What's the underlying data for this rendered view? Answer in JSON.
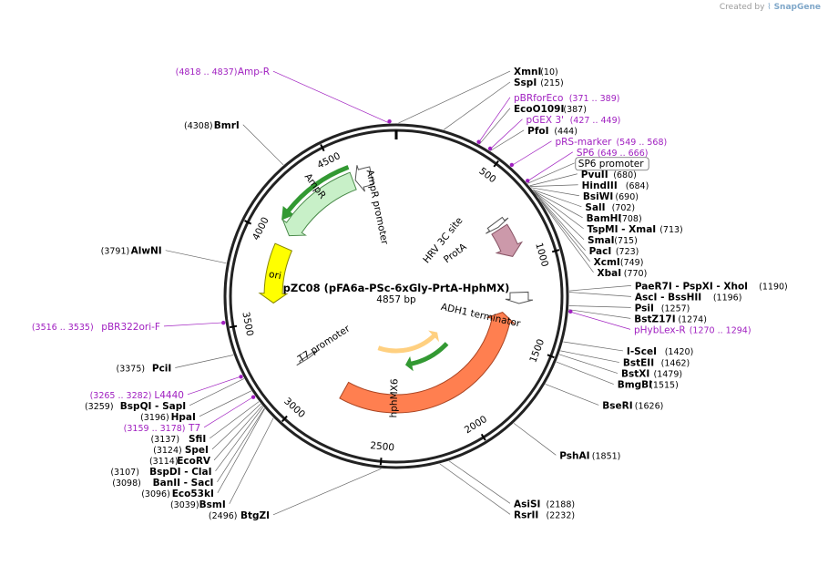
{
  "credit": {
    "prefix": "Created by",
    "brand": "SnapGene"
  },
  "plasmid": {
    "name": "pZC08 (pFA6a-PSc-6xGly-PrtA-HphMX)",
    "size_label": "4857 bp",
    "length": 4857
  },
  "ticks": [
    {
      "pos": 500,
      "label": "500"
    },
    {
      "pos": 1000,
      "label": "1000"
    },
    {
      "pos": 1500,
      "label": "1500"
    },
    {
      "pos": 2000,
      "label": "2000"
    },
    {
      "pos": 2500,
      "label": "2500"
    },
    {
      "pos": 3000,
      "label": "3000"
    },
    {
      "pos": 3500,
      "label": "3500"
    },
    {
      "pos": 4000,
      "label": "4000"
    },
    {
      "pos": 4500,
      "label": "4500"
    }
  ],
  "sites": [
    {
      "name": "XmnI",
      "pos": "(10)",
      "p": 10,
      "side": "R"
    },
    {
      "name": "SspI",
      "pos": "(215)",
      "p": 215,
      "side": "R"
    },
    {
      "name": "EcoO109I",
      "pos": "(387)",
      "p": 387,
      "side": "R"
    },
    {
      "name": "PfoI",
      "pos": "(444)",
      "p": 444,
      "side": "R"
    },
    {
      "name": "PvuII",
      "pos": "(680)",
      "p": 680,
      "side": "R"
    },
    {
      "name": "HindIII",
      "pos": "(684)",
      "p": 684,
      "side": "R"
    },
    {
      "name": "BsiWI",
      "pos": "(690)",
      "p": 690,
      "side": "R"
    },
    {
      "name": "SalI",
      "pos": "(702)",
      "p": 702,
      "side": "R"
    },
    {
      "name": "BamHI",
      "pos": "(708)",
      "p": 708,
      "side": "R"
    },
    {
      "name": "TspMI - XmaI",
      "pos": "(713)",
      "p": 713,
      "side": "R"
    },
    {
      "name": "SmaI",
      "pos": "(715)",
      "p": 715,
      "side": "R"
    },
    {
      "name": "PacI",
      "pos": "(723)",
      "p": 723,
      "side": "R"
    },
    {
      "name": "XcmI",
      "pos": "(749)",
      "p": 749,
      "side": "R"
    },
    {
      "name": "XbaI",
      "pos": "(770)",
      "p": 770,
      "side": "R"
    },
    {
      "name": "PaeR7I - PspXI - XhoI",
      "pos": "(1190)",
      "p": 1190,
      "side": "R"
    },
    {
      "name": "AscI - BssHII",
      "pos": "(1196)",
      "p": 1196,
      "side": "R"
    },
    {
      "name": "PsiI",
      "pos": "(1257)",
      "p": 1257,
      "side": "R"
    },
    {
      "name": "BstZ17I",
      "pos": "(1274)",
      "p": 1274,
      "side": "R"
    },
    {
      "name": "I-SceI",
      "pos": "(1420)",
      "p": 1420,
      "side": "R"
    },
    {
      "name": "BstEII",
      "pos": "(1462)",
      "p": 1462,
      "side": "R"
    },
    {
      "name": "BstXI",
      "pos": "(1479)",
      "p": 1479,
      "side": "R"
    },
    {
      "name": "BmgBI",
      "pos": "(1515)",
      "p": 1515,
      "side": "R"
    },
    {
      "name": "BseRI",
      "pos": "(1626)",
      "p": 1626,
      "side": "R"
    },
    {
      "name": "PshAI",
      "pos": "(1851)",
      "p": 1851,
      "side": "R"
    },
    {
      "name": "AsiSI",
      "pos": "(2188)",
      "p": 2188,
      "side": "R"
    },
    {
      "name": "RsrII",
      "pos": "(2232)",
      "p": 2232,
      "side": "R"
    },
    {
      "name": "BtgZI",
      "pos": "(2496)",
      "p": 2496,
      "side": "L"
    },
    {
      "name": "BsmI",
      "pos": "(3039)",
      "p": 3039,
      "side": "L"
    },
    {
      "name": "Eco53kI",
      "pos": "(3096)",
      "p": 3096,
      "side": "L"
    },
    {
      "name": "BanII - SacI",
      "pos": "(3098)",
      "p": 3098,
      "side": "L"
    },
    {
      "name": "BspDI - ClaI",
      "pos": "(3107)",
      "p": 3107,
      "side": "L"
    },
    {
      "name": "EcoRV",
      "pos": "(3114)",
      "p": 3114,
      "side": "L"
    },
    {
      "name": "SpeI",
      "pos": "(3124)",
      "p": 3124,
      "side": "L"
    },
    {
      "name": "SfiI",
      "pos": "(3137)",
      "p": 3137,
      "side": "L"
    },
    {
      "name": "HpaI",
      "pos": "(3196)",
      "p": 3196,
      "side": "L"
    },
    {
      "name": "BspQI - SapI",
      "pos": "(3259)",
      "p": 3259,
      "side": "L"
    },
    {
      "name": "PciI",
      "pos": "(3375)",
      "p": 3375,
      "side": "L"
    },
    {
      "name": "AlwNI",
      "pos": "(3791)",
      "p": 3791,
      "side": "L"
    },
    {
      "name": "BmrI",
      "pos": "(4308)",
      "p": 4308,
      "side": "L"
    }
  ],
  "primers": [
    {
      "name": "Amp-R",
      "pos": "(4818 .. 4837)",
      "p": 4827,
      "side": "L"
    },
    {
      "name": "pBRforEco",
      "pos": "(371 .. 389)",
      "p": 380,
      "side": "R"
    },
    {
      "name": "pGEX 3'",
      "pos": "(427 .. 449)",
      "p": 438,
      "side": "R"
    },
    {
      "name": "pRS-marker",
      "pos": "(549 .. 568)",
      "p": 558,
      "side": "R"
    },
    {
      "name": "SP6",
      "pos": "(649 .. 666)",
      "p": 657,
      "side": "R"
    },
    {
      "name": "pHybLex-R",
      "pos": "(1270 .. 1294)",
      "p": 1282,
      "side": "R"
    },
    {
      "name": "pBR322ori-F",
      "pos": "(3516 .. 3535)",
      "p": 3525,
      "side": "L"
    },
    {
      "name": "L4440",
      "pos": "(3265 .. 3282)",
      "p": 3273,
      "side": "L"
    },
    {
      "name": "T7",
      "pos": "(3159 .. 3178)",
      "p": 3168,
      "side": "L"
    }
  ],
  "sp6_promoter": {
    "label": "SP6 promoter",
    "p": 666
  },
  "features": [
    {
      "name": "AmpR",
      "start": 4040,
      "end": 4580,
      "r": 135,
      "color": "#c8f0c8",
      "stroke": "#4a8a4a",
      "dir": -1
    },
    {
      "name": "AmpR promoter",
      "start": 4595,
      "end": 4700,
      "r": 135,
      "color": "#ffffff",
      "stroke": "#555555",
      "dir": -1
    },
    {
      "name": "ori",
      "start": 3600,
      "end": 3960,
      "r": 135,
      "color": "#ffff00",
      "stroke": "#888800",
      "dir": -1
    },
    {
      "name": "HRV 3C site",
      "start": 720,
      "end": 755,
      "r": 135,
      "color": "#ffffff",
      "stroke": "#555555",
      "dir": 1
    },
    {
      "name": "ProtA",
      "start": 770,
      "end": 960,
      "r": 135,
      "color": "#cc99aa",
      "stroke": "#885566",
      "dir": 1
    },
    {
      "name": "ADH1 terminator",
      "start": 1190,
      "end": 1260,
      "r": 135,
      "color": "#ffffff",
      "stroke": "#555555",
      "dir": 1
    },
    {
      "name": "hphMX6",
      "start": 1330,
      "end": 2820,
      "r": 118,
      "color": "#ff7f50",
      "stroke": "#aa4422",
      "dir": -1
    },
    {
      "name": "T7 promoter",
      "start": 3168,
      "end": 3185,
      "r": 118,
      "color": "#ffffff",
      "stroke": "#555555",
      "dir": -1
    }
  ],
  "inner_arrows": [
    {
      "start": 4100,
      "end": 4580,
      "r": 151,
      "color": "#339933",
      "dir": -1
    },
    {
      "start": 1800,
      "end": 2320,
      "r": 76,
      "color": "#339933",
      "dir": 1
    },
    {
      "start": 1780,
      "end": 2680,
      "r": 60,
      "color": "#ffd080",
      "dir": -1
    }
  ],
  "feature_labels": [
    {
      "text": "AmpR",
      "p": 4370,
      "r": 150
    },
    {
      "text": "AmpR promoter",
      "p": 4700,
      "r": 100
    },
    {
      "text": "ori",
      "p": 3780,
      "r": 135
    },
    {
      "text": "HRV 3C site",
      "p": 530,
      "r": 80
    },
    {
      "text": "ProtA",
      "p": 720,
      "r": 80
    },
    {
      "text": "ADH1 terminator",
      "p": 1380,
      "r": 95
    },
    {
      "text": "hphMX6",
      "p": 2450,
      "r": 112
    },
    {
      "text": "T7 promoter",
      "p": 3200,
      "r": 95
    }
  ]
}
